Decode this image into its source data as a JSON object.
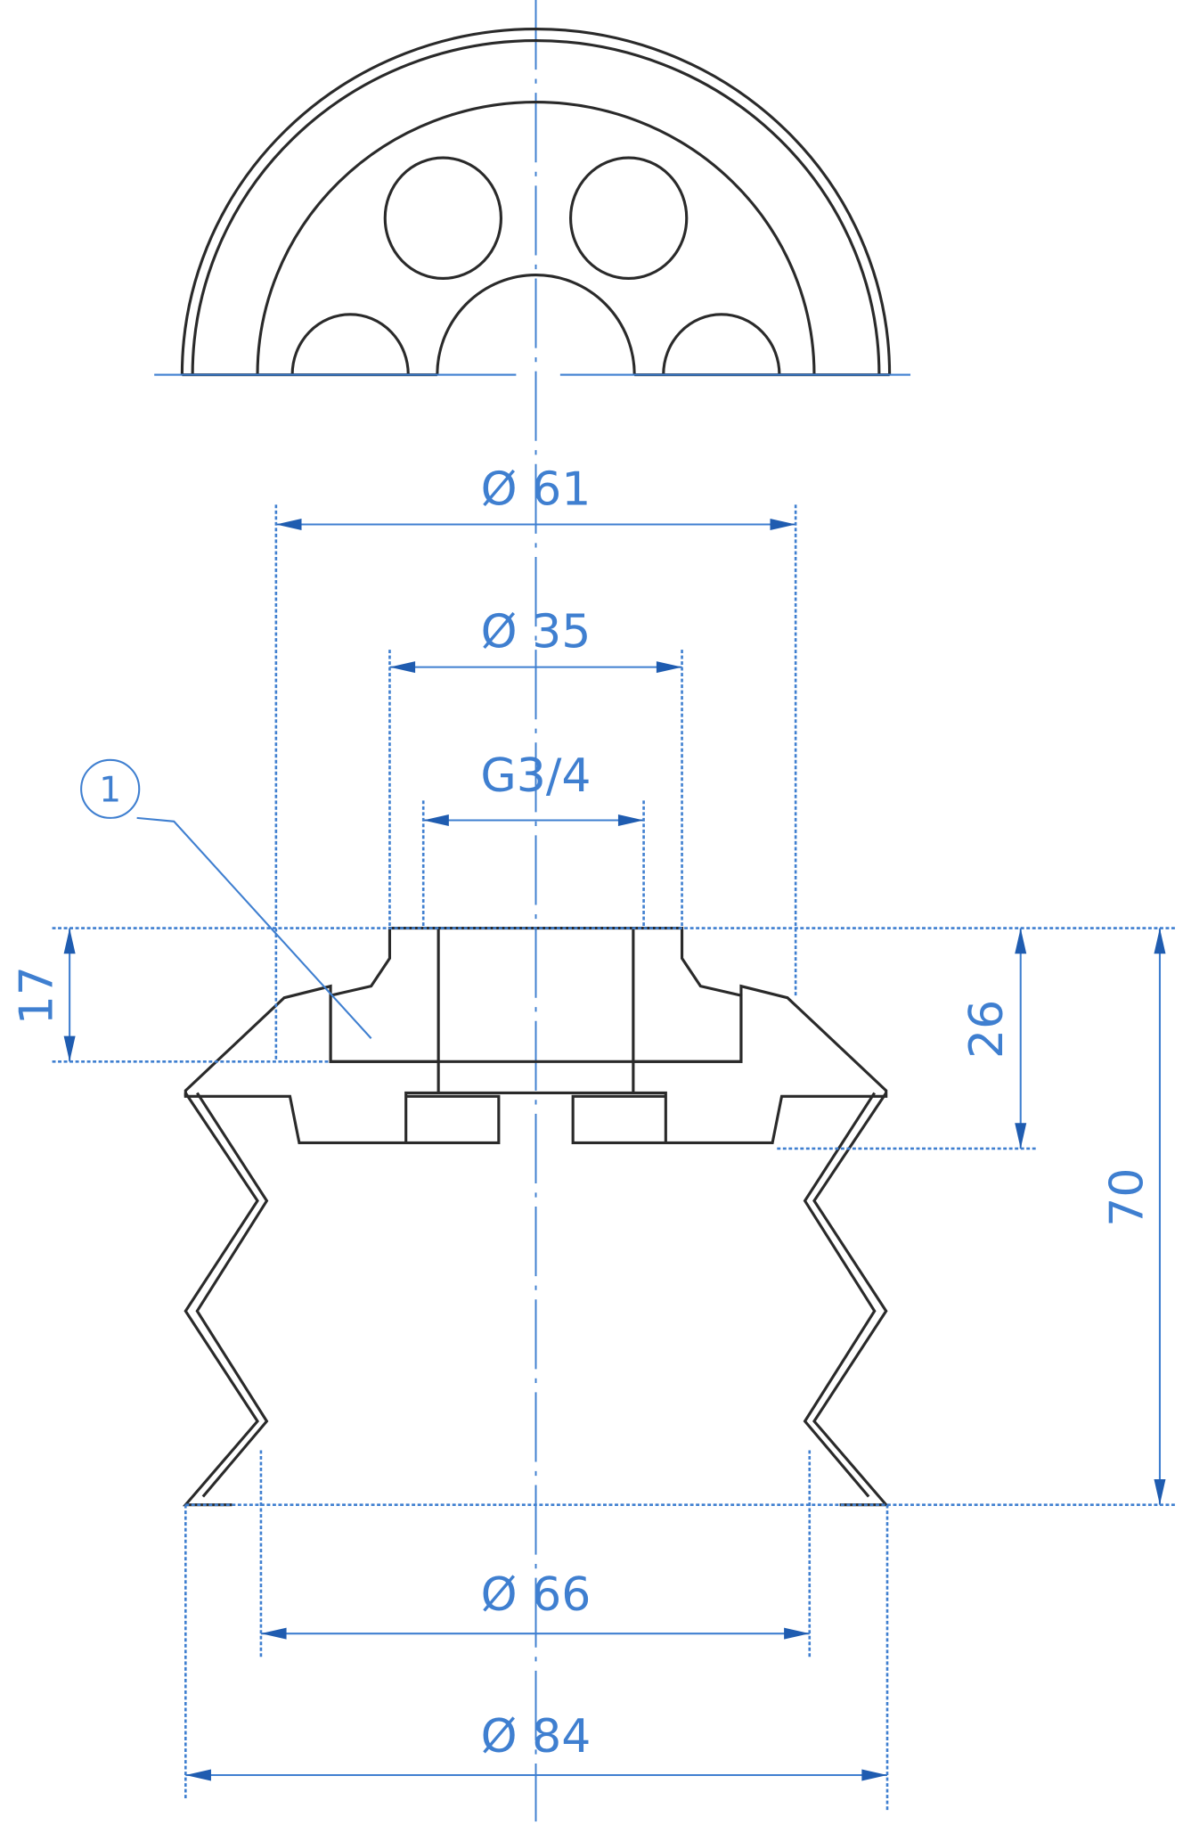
{
  "drawing": {
    "callout": "1",
    "dimensions": {
      "dia_61": "Ø 61",
      "dia_35": "Ø 35",
      "thread": "G3/4",
      "height_17": "17",
      "height_26": "26",
      "height_70": "70",
      "dia_66": "Ø 66",
      "dia_84": "Ø 84"
    },
    "colors": {
      "dimension": "#3f7fd0",
      "outline": "#2a2a2a",
      "insert": "#b8b8b8"
    }
  }
}
